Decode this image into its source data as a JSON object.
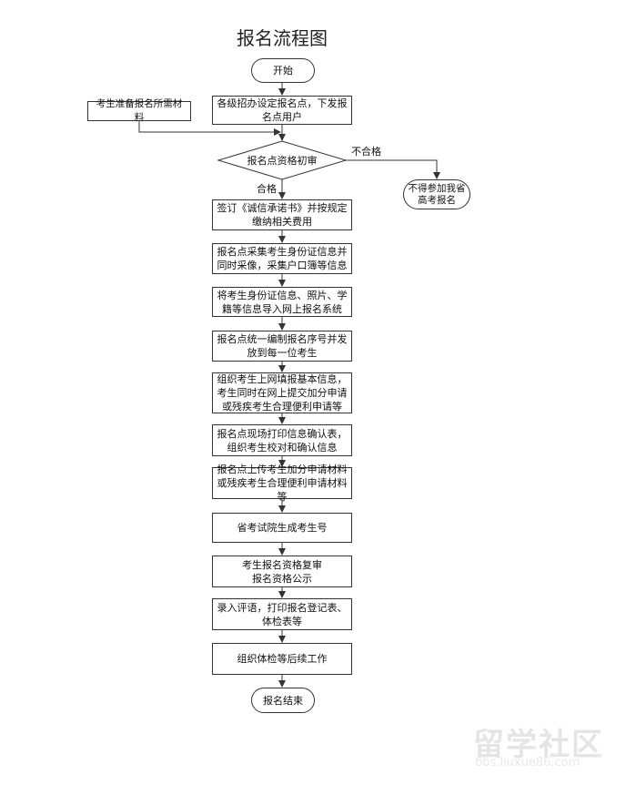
{
  "title": "报名流程图",
  "nodes": {
    "start": "开始",
    "set_points": "各级招办设定报名点，下发报名点用户",
    "materials": "考生准备报名所需材料",
    "decision": "报名点资格初审",
    "rejected": "不得参加我省高考报名",
    "sign": "签订《诚信承诺书》并按规定缴纳相关费用",
    "collect": "报名点采集考生身份证信息并同时采像，采集户口簿等信息",
    "import": "将考生身份证信息、照片、学籍等信息导入网上报名系统",
    "number": "报名点统一编制报名序号并发放到每一位考生",
    "online": "组织考生上网填报基本信息，考生同时在网上提交加分申请或残疾考生合理便利申请等",
    "print": "报名点现场打印信息确认表，组织考生校对和确认信息",
    "upload": "报名点上传考生加分申请材料或残疾考生合理便利申请材料等",
    "exam_no": "省考试院生成考生号",
    "review": "考生报名资格复审\n报名资格公示",
    "record": "录入评语，打印报名登记表、体检表等",
    "physical": "组织体检等后续工作",
    "end": "报名结束"
  },
  "edges": {
    "fail": "不合格",
    "pass": "合格"
  },
  "watermark": {
    "logo": "留学社区",
    "url": "bbs.liuxue86.com"
  }
}
